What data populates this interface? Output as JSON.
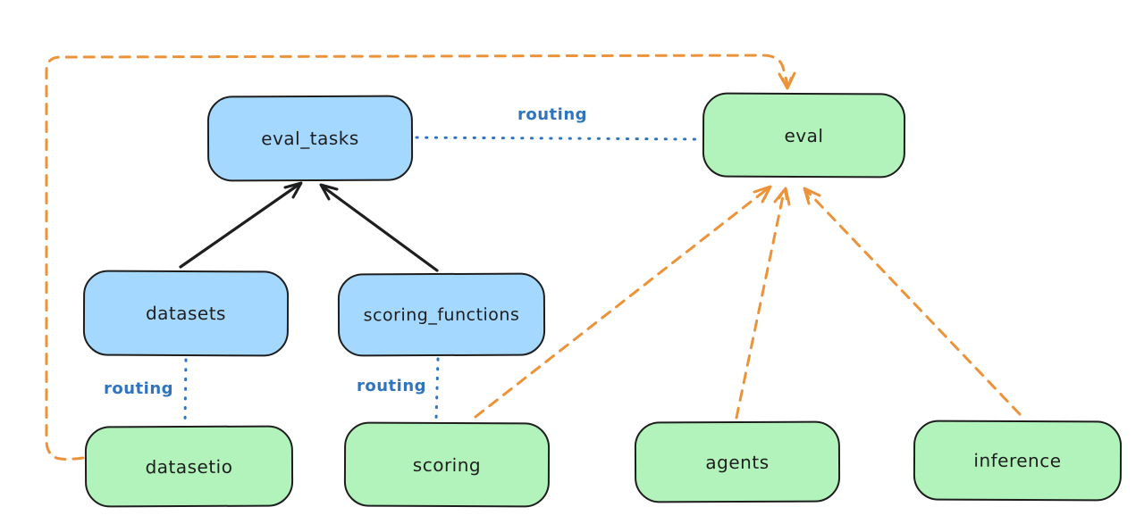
{
  "diagram": {
    "kind": "architecture-diagram",
    "nodes": [
      {
        "id": "eval_tasks",
        "label": "eval_tasks",
        "kind": "api"
      },
      {
        "id": "eval",
        "label": "eval",
        "kind": "provider"
      },
      {
        "id": "datasets",
        "label": "datasets",
        "kind": "api"
      },
      {
        "id": "scoring_functions",
        "label": "scoring_functions",
        "kind": "api"
      },
      {
        "id": "datasetio",
        "label": "datasetio",
        "kind": "provider"
      },
      {
        "id": "scoring",
        "label": "scoring",
        "kind": "provider"
      },
      {
        "id": "agents",
        "label": "agents",
        "kind": "provider"
      },
      {
        "id": "inference",
        "label": "inference",
        "kind": "provider"
      }
    ],
    "edges": [
      {
        "from": "datasets",
        "to": "eval_tasks",
        "style": "solid-arrow",
        "color": "#1e1e1e"
      },
      {
        "from": "scoring_functions",
        "to": "eval_tasks",
        "style": "solid-arrow",
        "color": "#1e1e1e"
      },
      {
        "from": "eval_tasks",
        "to": "eval",
        "style": "dotted-line",
        "color": "#2f74c0",
        "label": "routing"
      },
      {
        "from": "datasets",
        "to": "datasetio",
        "style": "dotted-line",
        "color": "#2f74c0",
        "label": "routing"
      },
      {
        "from": "scoring_functions",
        "to": "scoring",
        "style": "dotted-line",
        "color": "#2f74c0",
        "label": "routing"
      },
      {
        "from": "datasetio",
        "to": "eval",
        "style": "dashed-arrow",
        "color": "#ec9339"
      },
      {
        "from": "scoring",
        "to": "eval",
        "style": "dashed-arrow",
        "color": "#ec9339"
      },
      {
        "from": "agents",
        "to": "eval",
        "style": "dashed-arrow",
        "color": "#ec9339"
      },
      {
        "from": "inference",
        "to": "eval",
        "style": "dashed-arrow",
        "color": "#ec9339"
      }
    ],
    "edge_labels": {
      "routing_top": "routing",
      "routing_left": "routing",
      "routing_mid": "routing"
    },
    "colors": {
      "api_fill": "#a5d8ff",
      "provider_fill": "#b2f2bb",
      "stroke": "#1e1e1e",
      "routing_blue": "#2f74c0",
      "arrow_orange": "#ec9339",
      "background": "#ffffff"
    }
  }
}
